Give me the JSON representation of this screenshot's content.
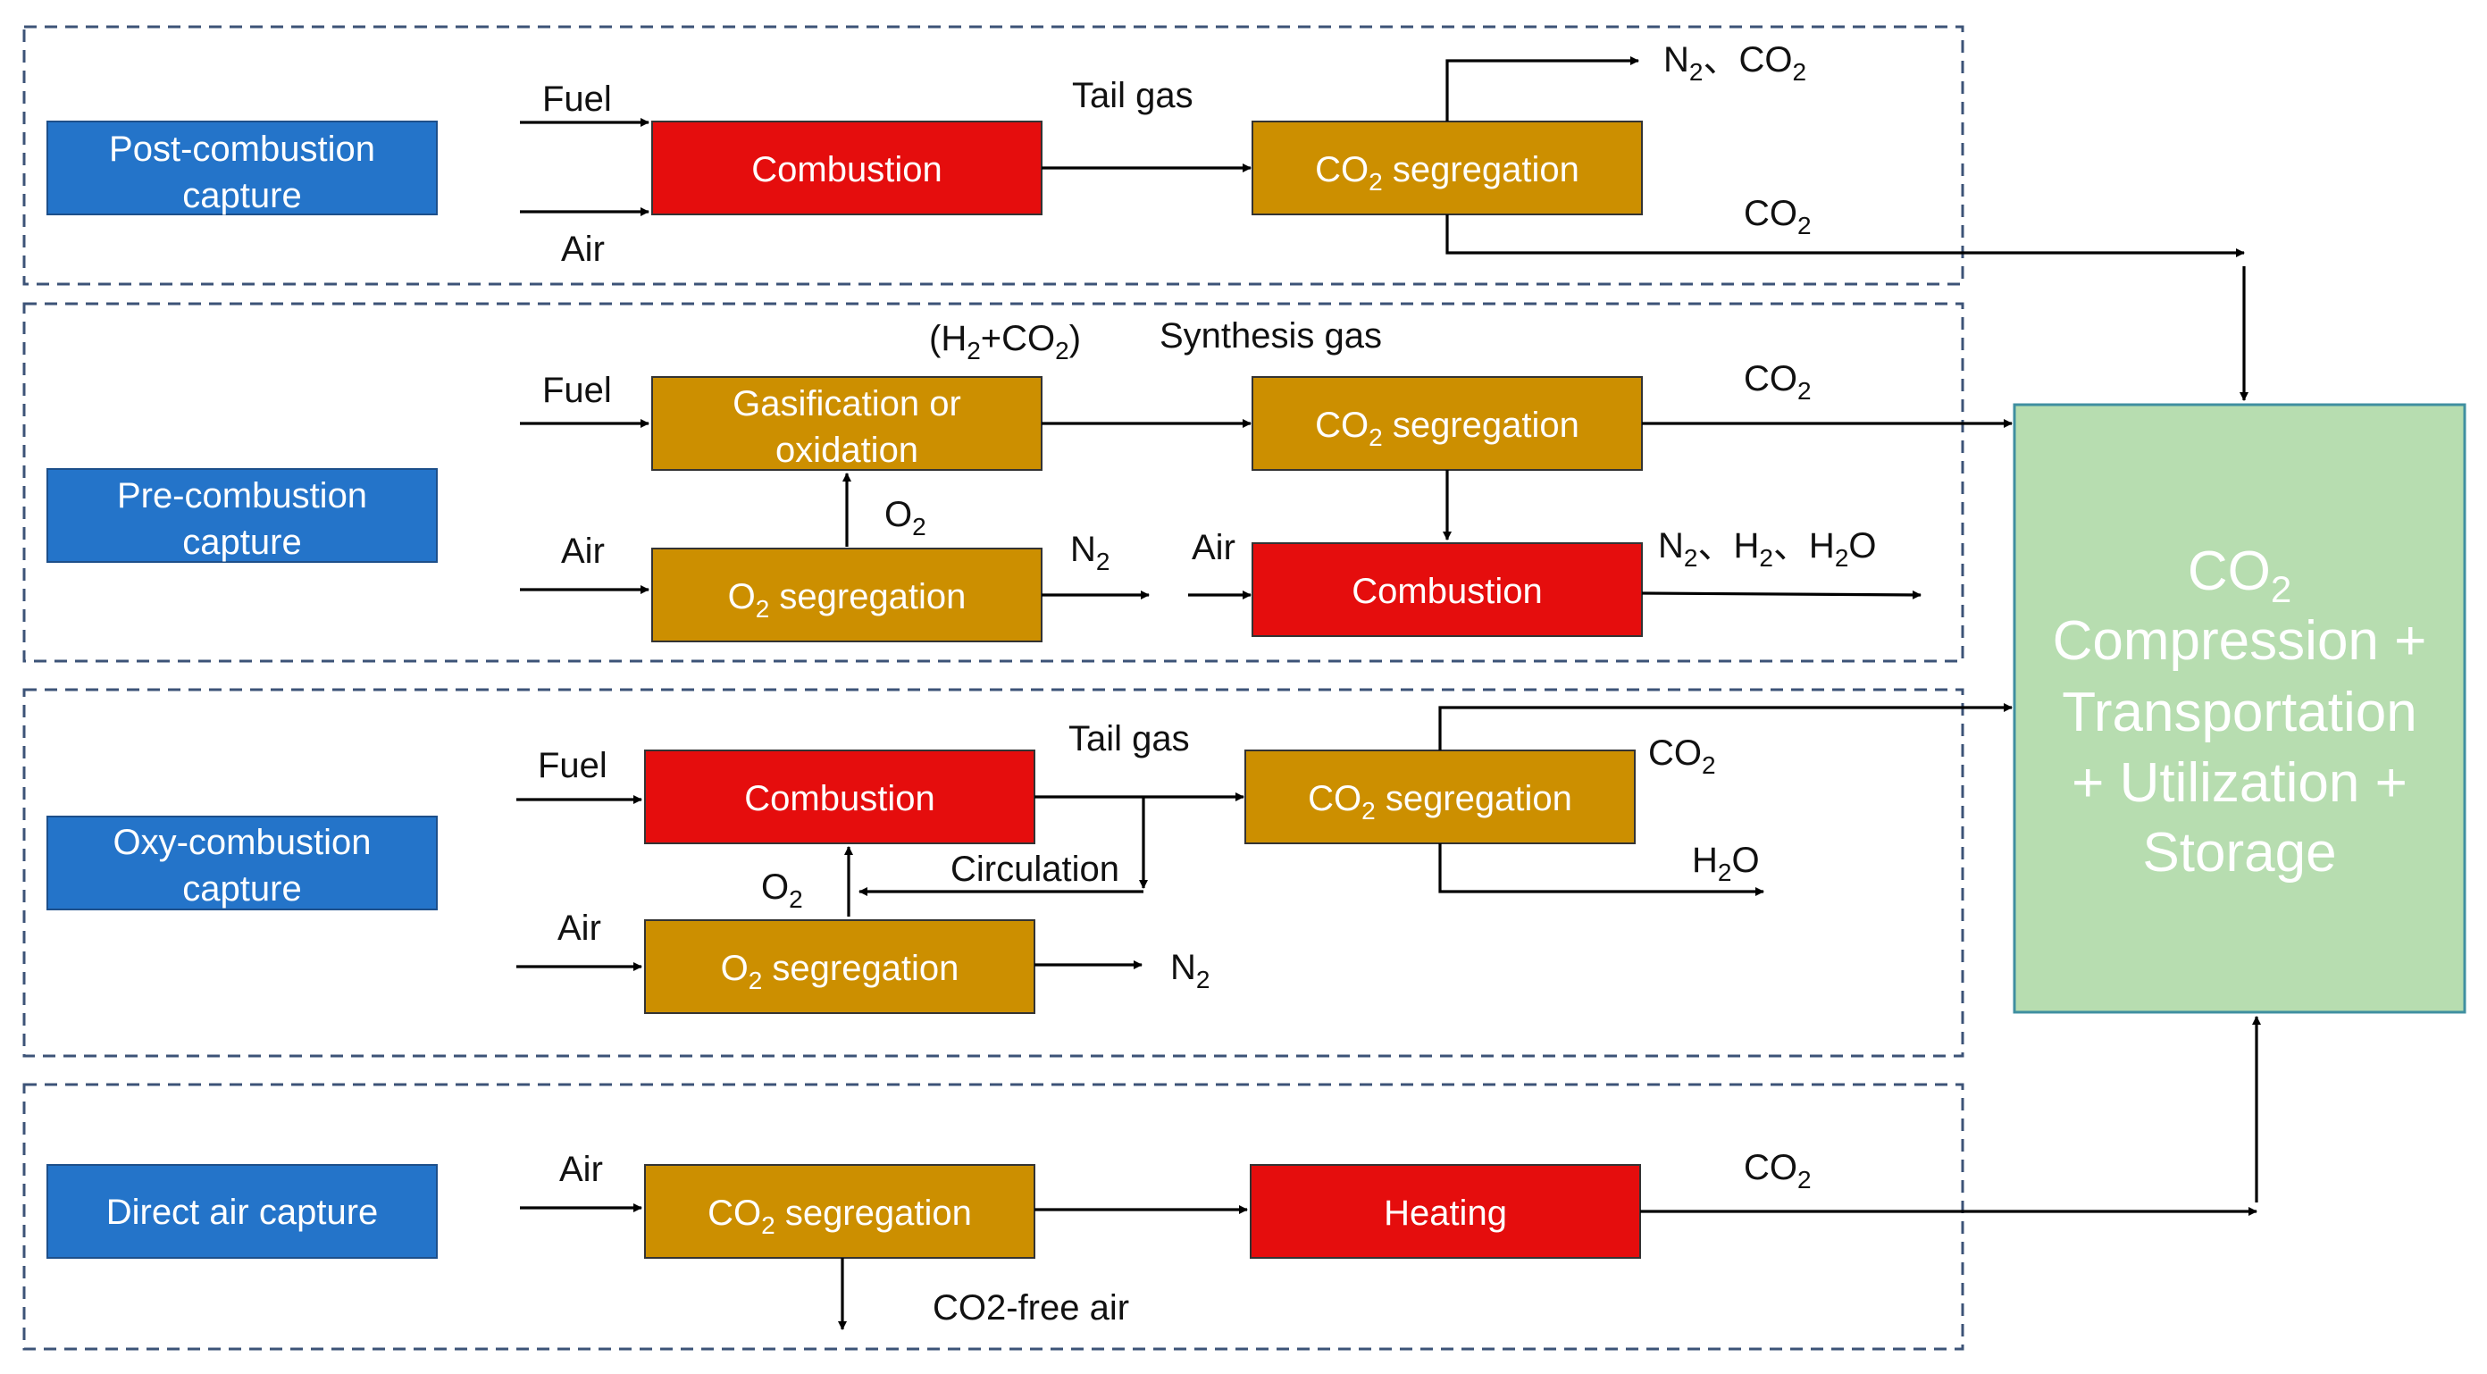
{
  "colors": {
    "capture_box": "#2474c9",
    "combustion_box": "#e50d0d",
    "segregation_box": "#cc8f00",
    "storage_box": "#b7ddb0",
    "panel_border": "#3c5377",
    "arrow": "#000000"
  },
  "panels": {
    "post": {
      "capture": [
        "Post-combustion",
        "capture"
      ],
      "fuel": "Fuel",
      "air": "Air",
      "combustion": "Combustion",
      "tail_gas": "Tail gas",
      "segregation": {
        "main": "CO",
        "sub": "2",
        "rest": " segregation"
      },
      "top_out": {
        "n": "N",
        "n_sub": "2",
        "sep": "、",
        "co": "CO",
        "co_sub": "2"
      },
      "bottom_out": {
        "main": "CO",
        "sub": "2"
      }
    },
    "pre": {
      "capture": [
        "Pre-combustion",
        "capture"
      ],
      "fuel": "Fuel",
      "air": "Air",
      "gasification": [
        "Gasification or",
        "oxidation"
      ],
      "h2co2": {
        "open": "(H",
        "h_sub": "2",
        "plus": "+CO",
        "c_sub": "2",
        "close": ")"
      },
      "synthesis_gas": "Synthesis gas",
      "segregation": {
        "main": "CO",
        "sub": "2",
        "rest": " segregation"
      },
      "co2_out": {
        "main": "CO",
        "sub": "2"
      },
      "o2_label": {
        "main": "O",
        "sub": "2"
      },
      "o2_segregation": {
        "main": "O",
        "sub": "2",
        "rest": " segregation"
      },
      "n2_out": {
        "main": "N",
        "sub": "2"
      },
      "air2": "Air",
      "combustion": "Combustion",
      "exhaust": {
        "n": "N",
        "n_sub": "2",
        "sep1": "、H",
        "h_sub": "2",
        "sep2": "、H",
        "h2o_sub": "2",
        "o": "O"
      }
    },
    "oxy": {
      "capture": [
        "Oxy-combustion",
        "capture"
      ],
      "fuel": "Fuel",
      "air": "Air",
      "combustion": "Combustion",
      "tail_gas": "Tail gas",
      "segregation": {
        "main": "CO",
        "sub": "2",
        "rest": " segregation"
      },
      "co2_out": {
        "main": "CO",
        "sub": "2"
      },
      "h2o_out": {
        "main": "H",
        "sub": "2",
        "rest": "O"
      },
      "circulation": "Circulation",
      "o2_label": {
        "main": "O",
        "sub": "2"
      },
      "o2_segregation": {
        "main": "O",
        "sub": "2",
        "rest": " segregation"
      },
      "n2_out": {
        "main": "N",
        "sub": "2"
      }
    },
    "dac": {
      "capture": [
        "Direct air capture"
      ],
      "air": "Air",
      "segregation": {
        "main": "CO",
        "sub": "2",
        "rest": " segregation"
      },
      "heating": "Heating",
      "co2_out": {
        "main": "CO",
        "sub": "2"
      },
      "co2_free_air": "CO2-free air"
    }
  },
  "storage": {
    "co2": {
      "main": "CO",
      "sub": "2"
    },
    "lines": [
      "Compression +",
      "Transportation",
      "+ Utilization +",
      "Storage"
    ]
  }
}
